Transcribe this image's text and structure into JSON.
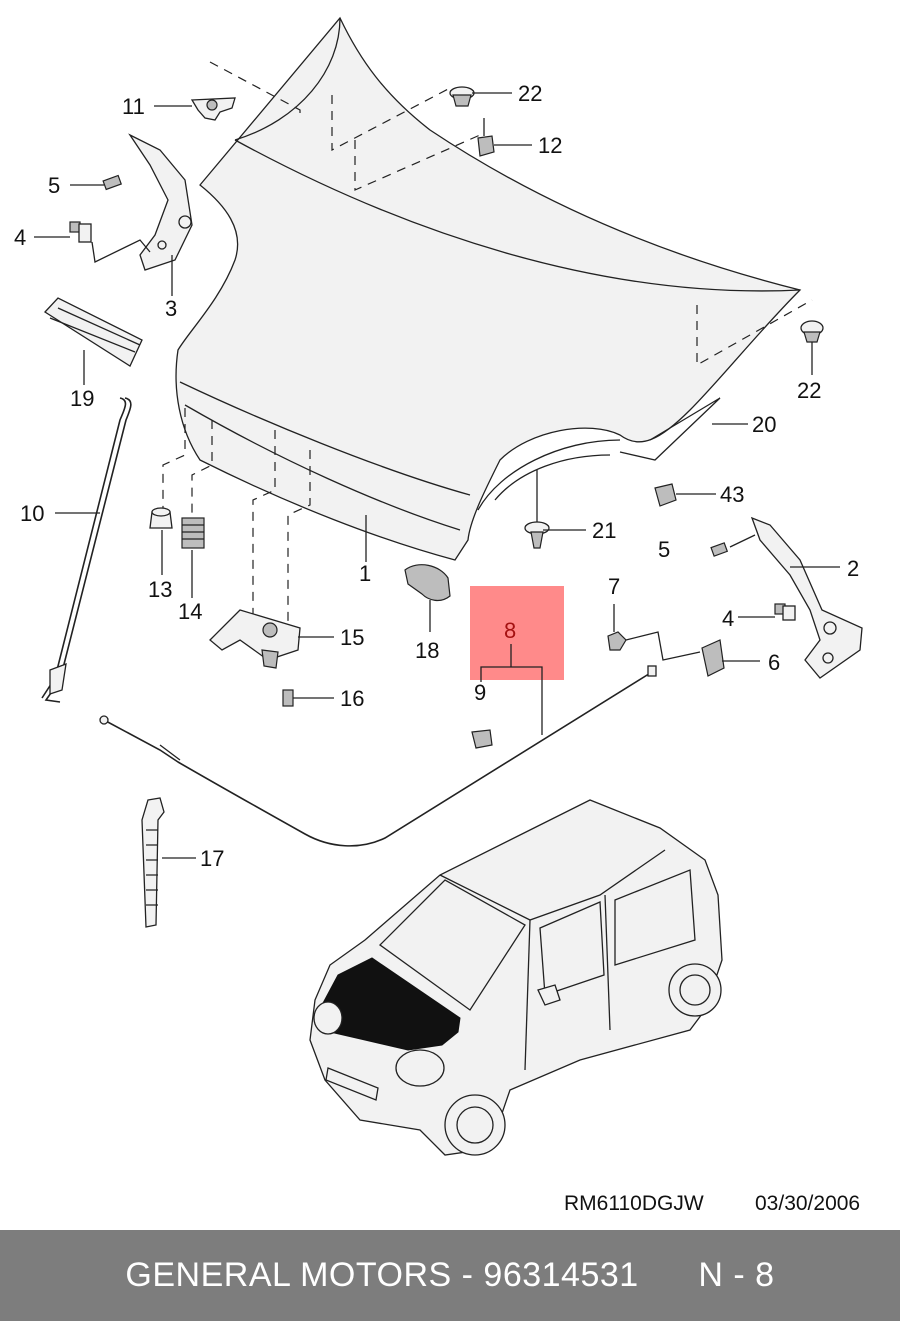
{
  "callouts": {
    "c1": "1",
    "c2": "2",
    "c3": "3",
    "c4a": "4",
    "c4b": "4",
    "c5a": "5",
    "c5b": "5",
    "c6": "6",
    "c7": "7",
    "c8": "8",
    "c9": "9",
    "c10": "10",
    "c11": "11",
    "c12": "12",
    "c13": "13",
    "c14": "14",
    "c15": "15",
    "c16": "16",
    "c17": "17",
    "c18": "18",
    "c19": "19",
    "c20": "20",
    "c21": "21",
    "c22a": "22",
    "c22b": "22",
    "c43": "43"
  },
  "highlight": {
    "color": "#ff8a8a",
    "label_color": "#a51212"
  },
  "reference": {
    "code": "RM6110DGJW",
    "date": "03/30/2006"
  },
  "footer": {
    "brand": "GENERAL MOTORS",
    "part_number": "96314531",
    "page": "N - 8",
    "background": "#7d7d7d"
  }
}
